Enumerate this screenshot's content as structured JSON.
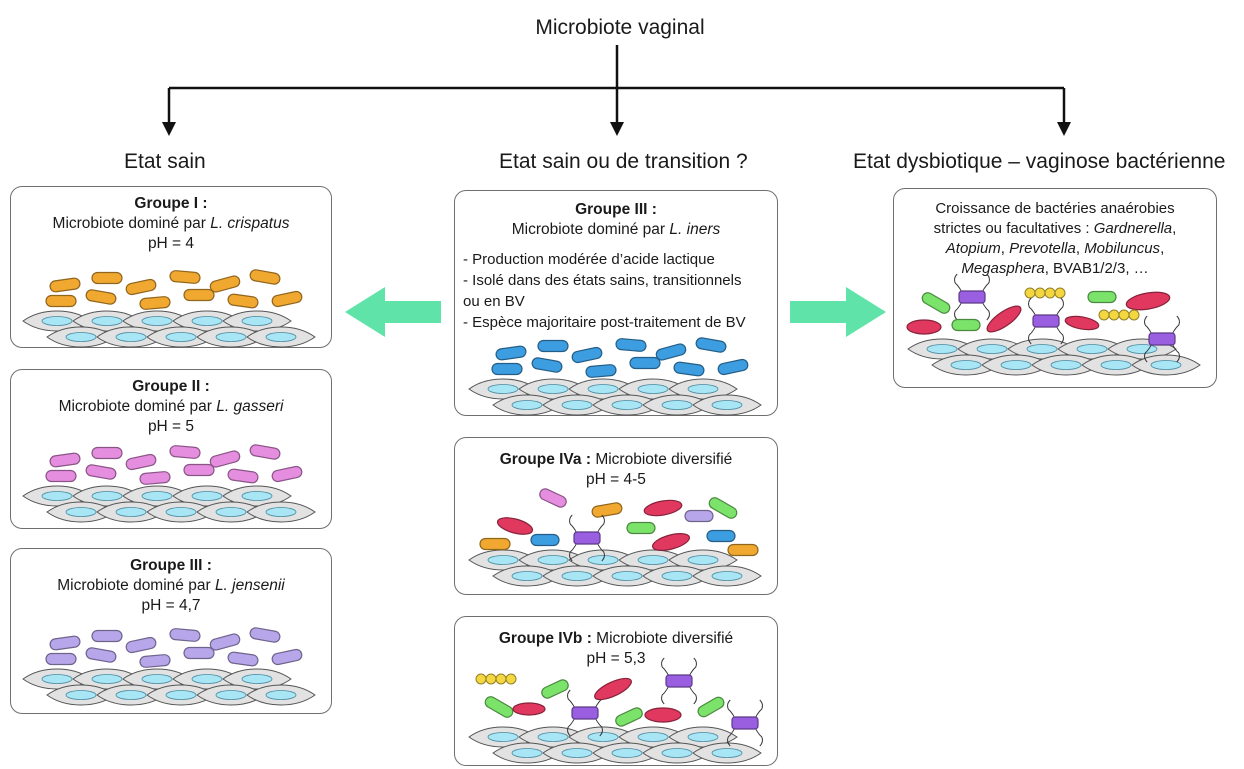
{
  "title": "Microbiote vaginal",
  "columns": {
    "healthy": "Etat sain",
    "transition": "Etat sain ou de transition ?",
    "dysbiotic": "Etat dysbiotique – vaginose bactérienne"
  },
  "groups": {
    "g1": {
      "name": "Groupe I :",
      "desc": "Microbiote dominé par",
      "species": "L. crispatus",
      "ph": "pH = 4",
      "color": "#f0a830"
    },
    "g2": {
      "name": "Groupe II :",
      "desc": "Microbiote dominé par",
      "species": "L. gasseri",
      "ph": "pH = 5",
      "color": "#e58ee0"
    },
    "g3": {
      "name": "Groupe III :",
      "desc": "Microbiote dominé par",
      "species": "L. jensenii",
      "ph": "pH = 4,7",
      "color": "#b8a6ea"
    },
    "g3i": {
      "name": "Groupe III :",
      "desc": "Microbiote dominé par",
      "species": "L. iners",
      "color": "#3c9de0",
      "bullets": [
        "- Production modérée d’acide lactique",
        "- Isolé dans des états sains, transitionnels",
        "ou en BV",
        "- Espèce majoritaire post-traitement de BV"
      ]
    },
    "g4a": {
      "name": "Groupe IVa :",
      "desc": "Microbiote diversifié",
      "ph": "pH = 4-5"
    },
    "g4b": {
      "name": "Groupe IVb :",
      "desc": "Microbiote diversifié",
      "ph": "pH = 5,3"
    },
    "bv": {
      "line1": "Croissance de bactéries anaérobies",
      "line2_a": "strictes ou facultatives : ",
      "line2_b": "Gardnerella",
      "line2_c": ",",
      "line3_a": "Atopium",
      "line3_b": ", ",
      "line3_c": "Prevotella",
      "line3_d": ", ",
      "line3_e": "Mobiluncus",
      "line3_f": ",",
      "line4_a": "Megasphera",
      "line4_b": ", BVAB1/2/3, …"
    }
  },
  "colors": {
    "arrow": "#5fe3a8",
    "cell": "#e2e2e2",
    "nucleus": "#a9e6f5"
  }
}
